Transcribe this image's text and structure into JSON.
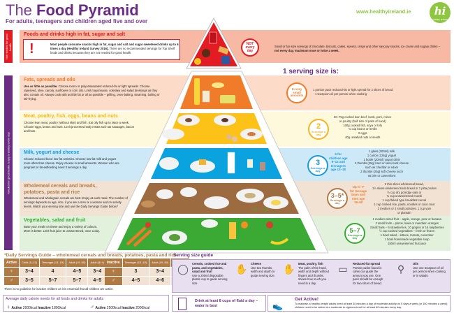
{
  "header": {
    "title_prefix": "The",
    "title_main": "Food Pyramid",
    "subtitle": "For adults, teenagers and children aged five and over",
    "url": "www.healthyireland.ie",
    "logo_text": "hi",
    "logo_sub": "healthy ireland"
  },
  "side_labels": {
    "top": "Not needed for good health.",
    "main": "Needed for good health. Enjoy a variety every day."
  },
  "top_shelf": {
    "heading": "Foods and drinks high in fat, sugar and salt",
    "warning_icon": "exclamation-icon",
    "box_text_bold": "Most people consume snacks high in fat, sugar and salt and sugar sweetened drinks up to 6 times a day (Healthy Ireland Survey 2016).",
    "box_text": " There are no recommended servings for Top Shelf foods and drinks because they are not needed for good health.",
    "badge": [
      "NOT",
      "every",
      "day"
    ],
    "right_text": "Small or fun-size servings of chocolate, biscuits, cakes, sweets, crisps and other savoury snacks, ice cream and sugary drinks – ",
    "right_text_bold": "not every day, maximum once or twice a week."
  },
  "serving_size_title": "1 serving size is:",
  "tiers": [
    {
      "name": "Fats, spreads and oils",
      "desc_bold": "Use as little as possible.",
      "desc": " Choose mono or polyunsaturated reduced-fat or light spreads. Choose rapeseed, olive, canola, sunflower or corn oils. Limit mayonnaise, coleslaw and salad dressings as they also contain oil. Always cook with as little fat or oil as possible – grilling, oven-baking, steaming, boiling or stir-frying.",
      "badge": [
        "In very",
        "small",
        "amounts"
      ],
      "color": "#f07c2a",
      "servings": [
        "1 portion pack reduced-fat or light spread for 2 slices of bread",
        "1 teaspoon oil per person when cooking"
      ]
    },
    {
      "name": "Meat, poultry, fish, eggs, beans and nuts",
      "desc": "Choose lean meat, poultry (without skin) and fish. Eat oily fish up to twice a week. Choose eggs, beans and nuts. Limit processed salty meats such as sausages, bacon and ham.",
      "badge_num": "2",
      "badge_sub": "Servings a day",
      "color": "#f6b51a",
      "servings": [
        "50–75g cooked lean beef, lamb, pork, mince",
        "or poultry (half size of palm of hand)",
        "100g cooked fish, soya or tofu",
        "¾ cup beans or lentils",
        "2 eggs",
        "40g unsalted nuts or seeds"
      ]
    },
    {
      "name": "Milk, yogurt and cheese",
      "desc": "Choose reduced-fat or low-fat varieties. Choose low-fat milk and yogurt more often than cheese. Enjoy cheese in small amounts. Women who are pregnant or breastfeeding need 3 servings a day.",
      "badge_num": "3",
      "badge_sub": "Servings a day",
      "extra": [
        "5 for",
        "children age",
        "9–12 and",
        "teenagers",
        "age 13–18"
      ],
      "color": "#1a9bd7",
      "servings": [
        "1 glass (200ml) milk",
        "1 carton (125g) yogurt",
        "1 bottle (200ml) yogurt drink",
        "2 thumbs (25g) hard or semi-hard cheese",
        "such as cheddar or edam",
        "2 thumbs (25g) soft cheese such",
        "as brie or camembert"
      ]
    },
    {
      "name": "Wholemeal cereals and breads, potatoes, pasta and rice",
      "desc": "Wholemeal and wholegrain cereals are best. Enjoy at each meal. The number of servings depends on age, size, if you are a man or a woman and on activity levels. Watch your serving size and use the Daily Servings Guide below.*",
      "badge_num": "3–5*",
      "badge_sub": "Servings a day",
      "extra": [
        "Up to 7*",
        "for teenage",
        "boys and",
        "men age",
        "19–50"
      ],
      "color": "#b07a45",
      "servings": [
        "2 thin slices wholemeal bread,",
        "1½ slices wholemeal soda bread or 1 pitta pocket",
        "½ cup dry porridge oats or",
        "¾ cup unsweetened muesli",
        "1 cup flaked type breakfast cereal",
        "1 cup cooked rice, pasta, noodles or cous cous",
        "2 medium or 4 small potatoes, 1 cup yam",
        "or plantain"
      ]
    },
    {
      "name": "Vegetables, salad and fruit",
      "desc": "Base your meals on these and enjoy a variety of colours. More is better. Limit fruit juice to unsweetened, once a day.",
      "badge_num": "5–7",
      "badge_sub": "Servings a day",
      "color": "#3aaa35",
      "servings": [
        "1 medium sized fruit – apple, orange, pear or banana",
        "2 small fruits – plums, kiwis or mandarin oranges",
        "Small fruits – 6 strawberries, 10 grapes or 16 raspberries",
        "½ cup cooked vegetables – fresh or frozen",
        "1 bowl salad – lettuce, tomato, cucumber",
        "1 bowl homemade vegetable soup",
        "150ml unsweetened fruit juice"
      ]
    }
  ],
  "daily_servings_guide": {
    "title": "*Daily Servings Guide – wholemeal cereals and breads, potatoes, pasta and rice",
    "active": {
      "headers": [
        "Active",
        "Child (5–12)",
        "Teenager (13–18)",
        "Adult (19–50)",
        "Adult (51+)"
      ],
      "rows": [
        {
          "icon": "female-icon",
          "values": [
            "3–4",
            "4",
            "4–5",
            "3–4"
          ]
        },
        {
          "icon": "male-icon",
          "values": [
            "3–5",
            "5–7",
            "5–7",
            "4–5"
          ]
        }
      ]
    },
    "inactive": {
      "headers": [
        "Inactive",
        "Teenager (13–18)",
        "Adult (19–50)",
        "Adult (51+)"
      ],
      "rows": [
        {
          "icon": "female-icon",
          "values": [
            "3",
            "3–4",
            "3"
          ]
        },
        {
          "icon": "male-icon",
          "values": [
            "4–5",
            "4–6",
            "4"
          ]
        }
      ]
    },
    "note": "There is no guideline for inactive children as it is essential that all children are active."
  },
  "serving_size_guide": {
    "title": "Serving size guide",
    "items": [
      {
        "icon": "cup-icon",
        "title": "Cereals, cooked rice and pasta, and vegetables, salad and fruit",
        "text": "Use a 200ml disposable plastic cup to guide serving size."
      },
      {
        "icon": "hands-icon",
        "title": "Cheese",
        "text": "Use two thumbs, width and depth to guide serving size."
      },
      {
        "icon": "palm-icon",
        "title": "Meat, poultry, fish",
        "text": "The palm of the hand, width and depth without fingers and thumbs, shows how much you need in a day."
      },
      {
        "icon": "spread-pack-icon",
        "title": "Reduced-fat spread",
        "text": "Portion packs found in cafes can guide the amount you use. One pack should be enough for two slices of bread."
      },
      {
        "icon": "spoon-icon",
        "title": "Oils",
        "text": "Use one teaspoon of oil per person when cooking or in salads."
      }
    ]
  },
  "calories": {
    "title": "Average daily calorie needs for all foods and drinks for adults",
    "female": {
      "active_label": "Active",
      "active_value": "2000kcal",
      "inactive_label": "Inactive",
      "inactive_value": "1800kcal"
    },
    "male": {
      "active_label": "Active",
      "active_value": "2500kcal",
      "inactive_label": "Inactive",
      "inactive_value": "2000kcal"
    }
  },
  "drink": {
    "text": "Drink at least 8 cups of fluid a day – water is best"
  },
  "get_active": {
    "title": "Get Active!",
    "text": "To maintain a healthy weight adults need at least 30 minutes a day of moderate activity on 5 days a week (or 150 minutes a week); children need to be active at a moderate to vigorous level for at least 60 minutes every day."
  }
}
